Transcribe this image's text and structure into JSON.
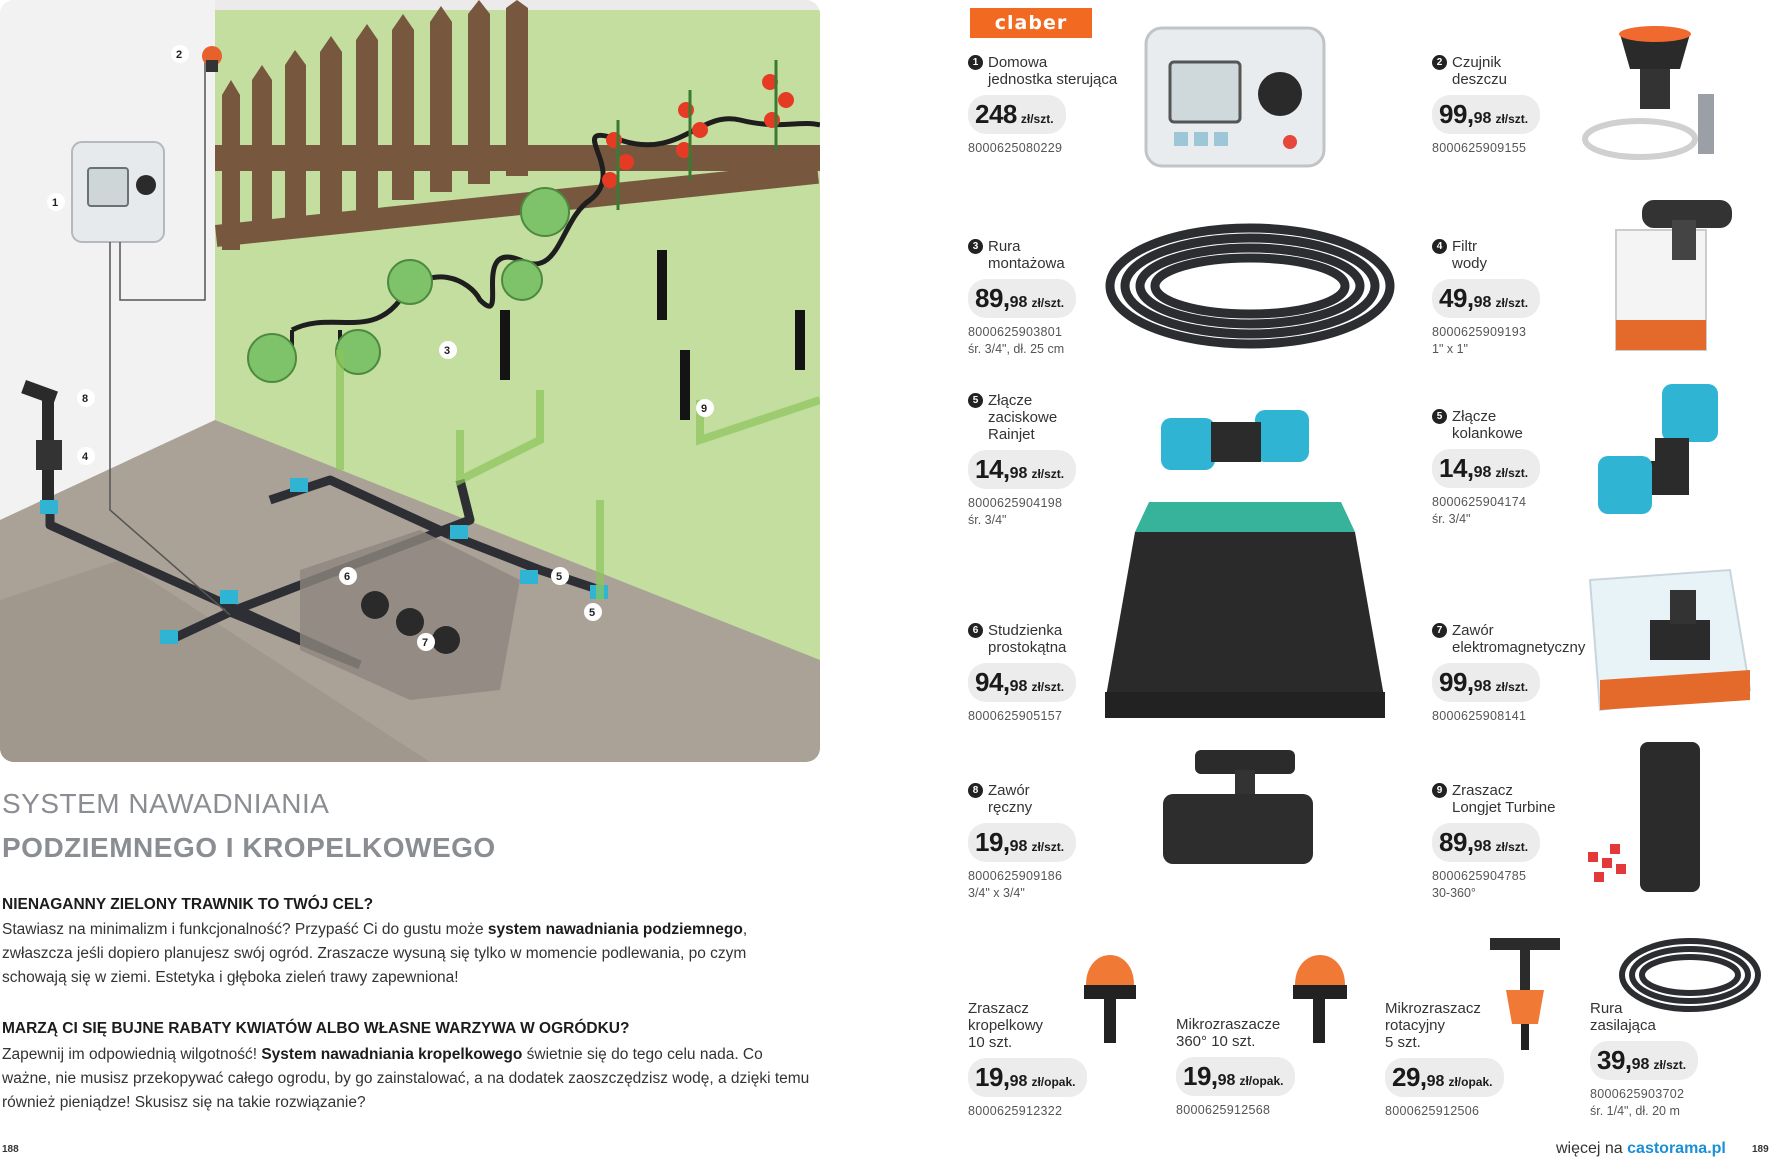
{
  "article": {
    "title_line1": "SYSTEM NAWADNIANIA",
    "title_line2": "PODZIEMNEGO I KROPELKOWEGO",
    "section1": {
      "heading": "NIENAGANNY ZIELONY TRAWNIK TO TWÓJ CEL?",
      "p_before": "Stawiasz na minimalizm i funkcjonalność? Przypaść Ci do gustu może ",
      "p_bold": "system nawadniania podziemnego",
      "p_after": ", zwłaszcza jeśli dopiero planujesz swój ogród. Zraszacze wysuną się tylko w momencie podlewania, po czym schowają się w ziemi. Estetyka i głęboka zieleń trawy zapewniona!"
    },
    "section2": {
      "heading": "MARZĄ CI SIĘ BUJNE RABATY KWIATÓW ALBO WŁASNE WARZYWA W OGRÓDKU?",
      "p_before": "Zapewnij im odpowiednią wilgotność! ",
      "p_bold": "System nawadniania kropelkowego",
      "p_after": " świetnie się do tego celu nada. Co ważne, nie musisz przekopywać całego ogrodu, by go zainstalować, a na dodatek zaoszczędzisz wodę, a dzięki temu również pieniądze! Skusisz się na takie rozwiązanie?"
    }
  },
  "diagram_labels": {
    "l1": "1",
    "l2": "2",
    "l3": "3",
    "l4": "4",
    "l5": "5",
    "l6": "6",
    "l7": "7",
    "l8": "8",
    "l9": "9",
    "l5b": "5"
  },
  "page_numbers": {
    "left": "188",
    "right": "189"
  },
  "brand_logo": "claber",
  "currency_unit_piece": "zł/szt.",
  "currency_unit_pack": "zł/opak.",
  "products": [
    {
      "id": "p1",
      "badge": "1",
      "name": "Domowa\njednostka sterująca",
      "price_main": "248",
      "price_sub": "",
      "unit": "zł/szt.",
      "code": "8000625080229",
      "spec": ""
    },
    {
      "id": "p2",
      "badge": "2",
      "name": "Czujnik\ndeszczu",
      "price_main": "99,",
      "price_sub": "98",
      "unit": "zł/szt.",
      "code": "8000625909155",
      "spec": ""
    },
    {
      "id": "p3",
      "badge": "3",
      "name": "Rura\nmontażowa",
      "price_main": "89,",
      "price_sub": "98",
      "unit": "zł/szt.",
      "code": "8000625903801",
      "spec": "śr. 3/4\", dł. 25 cm"
    },
    {
      "id": "p4",
      "badge": "4",
      "name": "Filtr\nwody",
      "price_main": "49,",
      "price_sub": "98",
      "unit": "zł/szt.",
      "code": "8000625909193",
      "spec": "1\" x 1\""
    },
    {
      "id": "p5",
      "badge": "5",
      "name": "Złącze\nzaciskowe\nRainjet",
      "price_main": "14,",
      "price_sub": "98",
      "unit": "zł/szt.",
      "code": "8000625904198",
      "spec": "śr. 3/4\""
    },
    {
      "id": "p5b",
      "badge": "5",
      "name": "Złącze\nkolankowe",
      "price_main": "14,",
      "price_sub": "98",
      "unit": "zł/szt.",
      "code": "8000625904174",
      "spec": "śr. 3/4\""
    },
    {
      "id": "p6",
      "badge": "6",
      "name": "Studzienka\nprostokątna",
      "price_main": "94,",
      "price_sub": "98",
      "unit": "zł/szt.",
      "code": "8000625905157",
      "spec": ""
    },
    {
      "id": "p7",
      "badge": "7",
      "name": "Zawór\nelektromagnetyczny",
      "price_main": "99,",
      "price_sub": "98",
      "unit": "zł/szt.",
      "code": "8000625908141",
      "spec": ""
    },
    {
      "id": "p8",
      "badge": "8",
      "name": "Zawór\nręczny",
      "price_main": "19,",
      "price_sub": "98",
      "unit": "zł/szt.",
      "code": "8000625909186",
      "spec": "3/4\" x 3/4\""
    },
    {
      "id": "p9",
      "badge": "9",
      "name": "Zraszacz\nLongjet Turbine",
      "price_main": "89,",
      "price_sub": "98",
      "unit": "zł/szt.",
      "code": "8000625904785",
      "spec": "30-360°"
    },
    {
      "id": "p10",
      "badge": "",
      "name": "Zraszacz\nkropelkowy\n10 szt.",
      "price_main": "19,",
      "price_sub": "98",
      "unit": "zł/opak.",
      "code": "8000625912322",
      "spec": ""
    },
    {
      "id": "p11",
      "badge": "",
      "name": "Mikrozraszacze\n360° 10 szt.",
      "price_main": "19,",
      "price_sub": "98",
      "unit": "zł/opak.",
      "code": "8000625912568",
      "spec": ""
    },
    {
      "id": "p12",
      "badge": "",
      "name": "Mikrozraszacz\nrotacyjny\n5 szt.",
      "price_main": "29,",
      "price_sub": "98",
      "unit": "zł/opak.",
      "code": "8000625912506",
      "spec": ""
    },
    {
      "id": "p13",
      "badge": "",
      "name": "Rura\nzasilająca",
      "price_main": "39,",
      "price_sub": "98",
      "unit": "zł/szt.",
      "code": "8000625903702",
      "spec": "śr. 1/4\", dł. 20 m"
    }
  ],
  "footer": {
    "prefix": "więcej na ",
    "domain": "castorama.pl"
  },
  "colors": {
    "title_gray": "#8a8d92",
    "price_pill": "#ececec",
    "logo_orange": "#f26a22",
    "link_blue": "#1a8fd6",
    "lawn": "#c2dc9c",
    "soil": "#a39a90",
    "fitting": "#2fb4d4"
  }
}
